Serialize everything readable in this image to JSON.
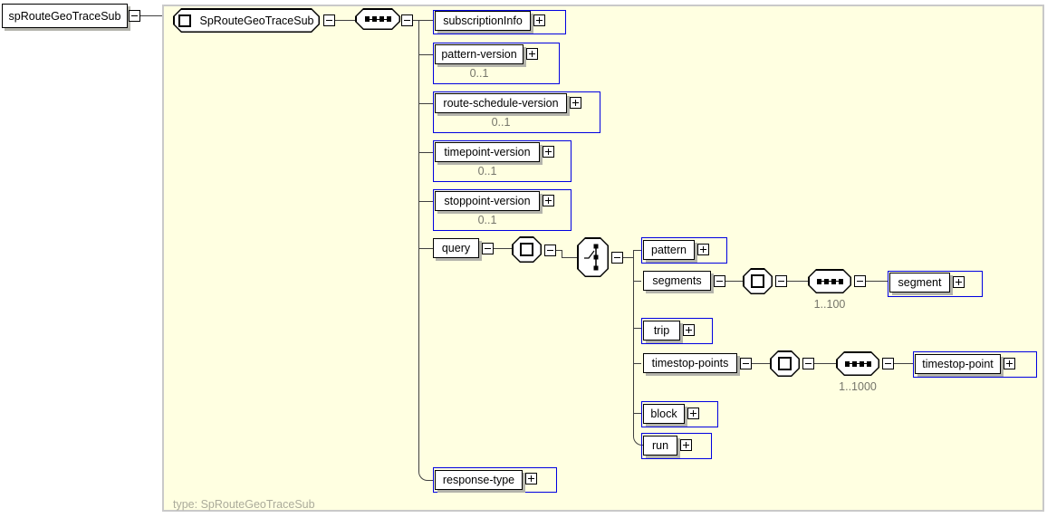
{
  "colors": {
    "model_background": "#FFFFE1",
    "model_border": "#C9C9C9",
    "occurrence_frame_blue": "#0000E1",
    "connector_line": "#3F3F3F",
    "box_shadow": "#B3B3AB",
    "occurrence_text": "#75756A",
    "type_text": "#ABAB9B"
  },
  "root": {
    "label": "spRouteGeoTraceSub"
  },
  "main": {
    "label": "SpRouteGeoTraceSub",
    "type_label": "type: SpRouteGeoTraceSub"
  },
  "icons": {
    "sequence": "sequence-compositor",
    "choice": "choice-compositor",
    "complex_content": "complex-content-model"
  },
  "elements": {
    "subscriptionInfo": {
      "label": "subscriptionInfo"
    },
    "pattern_version": {
      "label": "pattern-version",
      "occurs": "0..1"
    },
    "route_schedule_version": {
      "label": "route-schedule-version",
      "occurs": "0..1"
    },
    "timepoint_version": {
      "label": "timepoint-version",
      "occurs": "0..1"
    },
    "stoppoint_version": {
      "label": "stoppoint-version",
      "occurs": "0..1"
    },
    "query": {
      "label": "query"
    },
    "response_type": {
      "label": "response-type"
    }
  },
  "query_elements": {
    "pattern": {
      "label": "pattern"
    },
    "segments": {
      "label": "segments",
      "occurs": "1..100"
    },
    "segment": {
      "label": "segment"
    },
    "trip": {
      "label": "trip"
    },
    "timestop_points": {
      "label": "timestop-points",
      "occurs": "1..1000"
    },
    "timestop_point": {
      "label": "timestop-point"
    },
    "block": {
      "label": "block"
    },
    "run": {
      "label": "run"
    }
  }
}
